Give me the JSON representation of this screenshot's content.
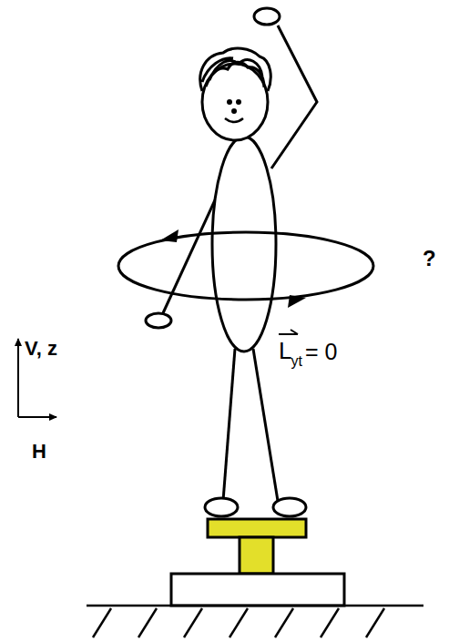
{
  "diagram": {
    "labels": [
      "V, z",
      "H",
      "L",
      "yt",
      "= 0",
      "?"
    ]
  }
}
